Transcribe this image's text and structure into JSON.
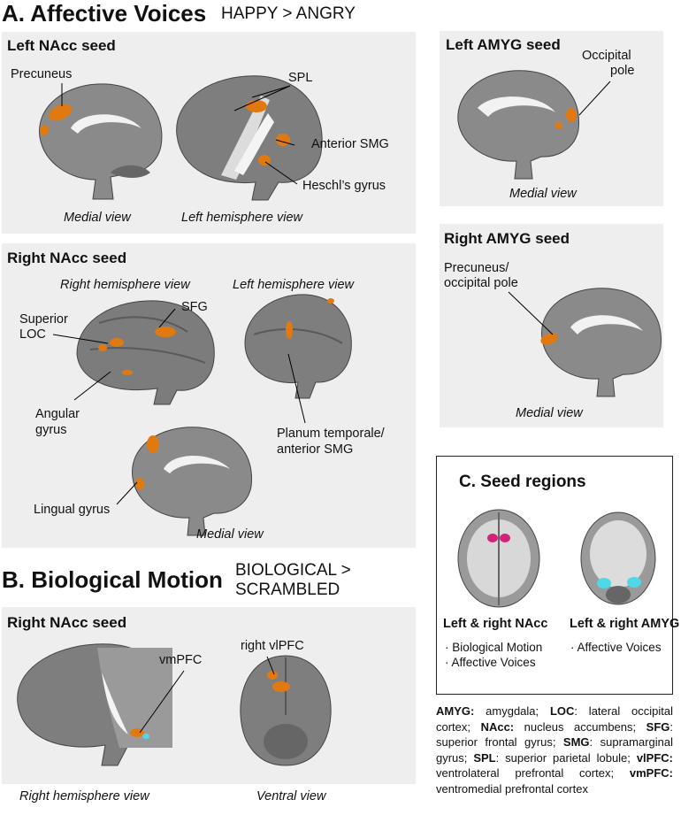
{
  "section_a": {
    "title": "A. Affective Voices",
    "contrast": "HAPPY > ANGRY",
    "left_nacc": {
      "title": "Left NAcc seed",
      "labels": {
        "precuneus": "Precuneus",
        "spl": "SPL",
        "anterior_smg": "Anterior SMG",
        "heschl": "Heschl’s gyrus"
      },
      "views": {
        "medial": "Medial view",
        "left_hemi": "Left hemisphere view"
      }
    },
    "right_nacc": {
      "title": "Right NAcc seed",
      "views": {
        "right_hemi": "Right hemisphere view",
        "left_hemi": "Left hemisphere view",
        "medial": "Medial view"
      },
      "labels": {
        "superior_loc_1": "Superior",
        "superior_loc_2": "LOC",
        "sfg": "SFG",
        "angular_1": "Angular",
        "angular_2": "gyrus",
        "planum_1": "Planum temporale/",
        "planum_2": "anterior SMG",
        "lingual": "Lingual gyrus"
      }
    },
    "left_amyg": {
      "title": "Left AMYG seed",
      "labels": {
        "occ_1": "Occipital",
        "occ_2": "pole"
      },
      "view": "Medial view"
    },
    "right_amyg": {
      "title": "Right AMYG seed",
      "labels": {
        "prec_1": "Precuneus/",
        "prec_2": "occipital pole"
      },
      "view": "Medial view"
    }
  },
  "section_b": {
    "title": "B. Biological Motion",
    "contrast_1": "BIOLOGICAL >",
    "contrast_2": "SCRAMBLED",
    "right_nacc": {
      "title": "Right NAcc seed",
      "labels": {
        "vmpfc": "vmPFC",
        "vlpfc": "right vlPFC"
      },
      "views": {
        "right_hemi": "Right hemisphere view",
        "ventral": "Ventral view"
      }
    }
  },
  "section_c": {
    "title": "C. Seed regions",
    "nacc": {
      "title": "Left & right NAcc",
      "items": [
        "Biological Motion",
        "Affective Voices"
      ]
    },
    "amyg": {
      "title": "Left & right AMYG",
      "items": [
        "Affective Voices"
      ]
    }
  },
  "legend": [
    {
      "abbr": "AMYG:",
      "text": " amygdala; "
    },
    {
      "abbr": "LOC",
      "text": ": lateral occipital cortex; "
    },
    {
      "abbr": "NAcc:",
      "text": " nucleus accumbens; "
    },
    {
      "abbr": "SFG",
      "text": ": superior frontal gyrus; "
    },
    {
      "abbr": "SMG",
      "text": ": supramarginal gyrus; "
    },
    {
      "abbr": "SPL",
      "text": ": superior parietal lobule; "
    },
    {
      "abbr": "vlPFC:",
      "text": " ventrolateral prefrontal cortex; "
    },
    {
      "abbr": "vmPFC:",
      "text": " ventromedial prefrontal cortex"
    }
  ],
  "colors": {
    "activation": "#e07a10",
    "nacc_seed": "#d4227a",
    "amyg_seed": "#4fd8e8",
    "panel": "#eeeeee"
  }
}
